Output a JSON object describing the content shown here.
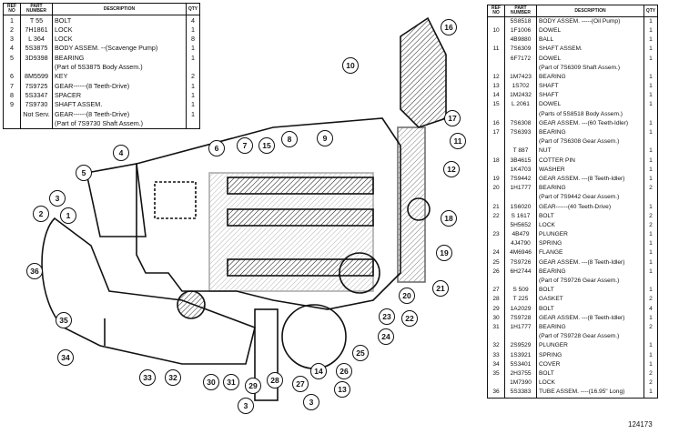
{
  "left_table": {
    "headers": {
      "ref": "REF NO",
      "part": "PART NUMBER",
      "desc": "DESCRIPTION",
      "qty": "QTY"
    },
    "rows": [
      {
        "ref": "1",
        "part": "T 55",
        "desc": "BOLT",
        "qty": "4"
      },
      {
        "ref": "2",
        "part": "7H1861",
        "desc": "LOCK",
        "qty": "1"
      },
      {
        "ref": "3",
        "part": "L 364",
        "desc": "LOCK",
        "qty": "8"
      },
      {
        "ref": "4",
        "part": "5S3875",
        "desc": "BODY ASSEM. --(Scavenge Pump)",
        "qty": "1"
      },
      {
        "ref": "5",
        "part": "3D9398",
        "desc": "  BEARING",
        "qty": "1"
      },
      {
        "ref": "",
        "part": "",
        "desc": "    (Part of 5S3875 Body Assem.)",
        "qty": ""
      },
      {
        "ref": "6",
        "part": "8M5599",
        "desc": "KEY",
        "qty": "2"
      },
      {
        "ref": "7",
        "part": "7S9725",
        "desc": "GEAR------(8 Teeth-Drive)",
        "qty": "1"
      },
      {
        "ref": "8",
        "part": "5S3347",
        "desc": "SPACER",
        "qty": "1"
      },
      {
        "ref": "9",
        "part": "7S9730",
        "desc": "SHAFT ASSEM.",
        "qty": "1"
      },
      {
        "ref": "",
        "part": "Not Serv.",
        "desc": "  GEAR------(8 Teeth-Drive)",
        "qty": "1"
      },
      {
        "ref": "",
        "part": "",
        "desc": "    (Part of 7S9730 Shaft Assem.)",
        "qty": ""
      }
    ]
  },
  "right_table": {
    "headers": {
      "ref": "REF NO",
      "part": "PART NUMBER",
      "desc": "DESCRIPTION",
      "qty": "QTY"
    },
    "rows": [
      {
        "ref": "",
        "part": "5S8518",
        "desc": "BODY ASSEM. -----(Oil Pump)",
        "qty": "1"
      },
      {
        "ref": "10",
        "part": "1F1006",
        "desc": "DOWEL",
        "qty": "1"
      },
      {
        "ref": "",
        "part": "4B9880",
        "desc": "BALL",
        "qty": "1"
      },
      {
        "ref": "11",
        "part": "7S6309",
        "desc": "SHAFT ASSEM.",
        "qty": "1"
      },
      {
        "ref": "",
        "part": "6F7172",
        "desc": "  DOWEL",
        "qty": "1"
      },
      {
        "ref": "",
        "part": "",
        "desc": "  (Part of 7S6309 Shaft Assem.)",
        "qty": ""
      },
      {
        "ref": "12",
        "part": "1M7423",
        "desc": "BEARING",
        "qty": "1"
      },
      {
        "ref": "13",
        "part": "1S702",
        "desc": "SHAFT",
        "qty": "1"
      },
      {
        "ref": "14",
        "part": "1M2432",
        "desc": "SHAFT",
        "qty": "1"
      },
      {
        "ref": "15",
        "part": "L 2061",
        "desc": "DOWEL",
        "qty": "1"
      },
      {
        "ref": "",
        "part": "",
        "desc": "  (Parts of 5S8518 Body Assem.)",
        "qty": ""
      },
      {
        "ref": "16",
        "part": "7S6308",
        "desc": "GEAR ASSEM. ---(60 Teeth-Idler)",
        "qty": "1"
      },
      {
        "ref": "17",
        "part": "7S6393",
        "desc": "  BEARING",
        "qty": "1"
      },
      {
        "ref": "",
        "part": "",
        "desc": "  (Part of 7S6308 Gear Assem.)",
        "qty": ""
      },
      {
        "ref": "",
        "part": "T 887",
        "desc": "NUT",
        "qty": "1"
      },
      {
        "ref": "18",
        "part": "3B4615",
        "desc": "COTTER PIN",
        "qty": "1"
      },
      {
        "ref": "",
        "part": "1K4703",
        "desc": "WASHER",
        "qty": "1"
      },
      {
        "ref": "19",
        "part": "7S9442",
        "desc": "GEAR ASSEM. ---(8 Teeth-Idler)",
        "qty": "1"
      },
      {
        "ref": "20",
        "part": "1H1777",
        "desc": "  BEARING",
        "qty": "2"
      },
      {
        "ref": "",
        "part": "",
        "desc": "  (Part of 7S9442 Gear Assem.)",
        "qty": ""
      },
      {
        "ref": "21",
        "part": "1S6020",
        "desc": "GEAR------(40 Teeth-Drive)",
        "qty": "1"
      },
      {
        "ref": "22",
        "part": "S 1617",
        "desc": "BOLT",
        "qty": "2"
      },
      {
        "ref": "",
        "part": "5H5652",
        "desc": "LOCK",
        "qty": "2"
      },
      {
        "ref": "23",
        "part": "4B479",
        "desc": "PLUNGER",
        "qty": "1"
      },
      {
        "ref": "",
        "part": "4J4790",
        "desc": "SPRING",
        "qty": "1"
      },
      {
        "ref": "24",
        "part": "4M6946",
        "desc": "FLANGE",
        "qty": "1"
      },
      {
        "ref": "25",
        "part": "7S9726",
        "desc": "GEAR ASSEM. ---(8 Teeth-Idler)",
        "qty": "1"
      },
      {
        "ref": "26",
        "part": "6H2744",
        "desc": "  BEARING",
        "qty": "1"
      },
      {
        "ref": "",
        "part": "",
        "desc": "  (Part of 7S9726 Gear Assem.)",
        "qty": ""
      },
      {
        "ref": "27",
        "part": "S 509",
        "desc": "BOLT",
        "qty": "1"
      },
      {
        "ref": "28",
        "part": "T 225",
        "desc": "GASKET",
        "qty": "2"
      },
      {
        "ref": "29",
        "part": "1A2029",
        "desc": "BOLT",
        "qty": "4"
      },
      {
        "ref": "30",
        "part": "7S9728",
        "desc": "GEAR ASSEM. ---(8 Teeth-Idler)",
        "qty": "1"
      },
      {
        "ref": "31",
        "part": "1H1777",
        "desc": "  BEARING",
        "qty": "2"
      },
      {
        "ref": "",
        "part": "",
        "desc": "  (Part of 7S9728 Gear Assem.)",
        "qty": ""
      },
      {
        "ref": "32",
        "part": "2S9529",
        "desc": "PLUNGER",
        "qty": "1"
      },
      {
        "ref": "33",
        "part": "1S3921",
        "desc": "SPRING",
        "qty": "1"
      },
      {
        "ref": "34",
        "part": "5S3401",
        "desc": "COVER",
        "qty": "1"
      },
      {
        "ref": "35",
        "part": "2H3755",
        "desc": "BOLT",
        "qty": "2"
      },
      {
        "ref": "",
        "part": "1M7390",
        "desc": "LOCK",
        "qty": "2"
      },
      {
        "ref": "36",
        "part": "5S3383",
        "desc": "TUBE ASSEM. ----(16.95\" Long)",
        "qty": "1"
      }
    ]
  },
  "callouts": [
    "16",
    "10",
    "17",
    "11",
    "4",
    "6",
    "7",
    "15",
    "8",
    "9",
    "12",
    "5",
    "3",
    "2",
    "1",
    "18",
    "19",
    "36",
    "21",
    "20",
    "22",
    "23",
    "35",
    "24",
    "25",
    "26",
    "34",
    "14",
    "13",
    "33",
    "32",
    "30",
    "31",
    "29",
    "28",
    "27",
    "3",
    "3"
  ],
  "figure_number": "124173"
}
